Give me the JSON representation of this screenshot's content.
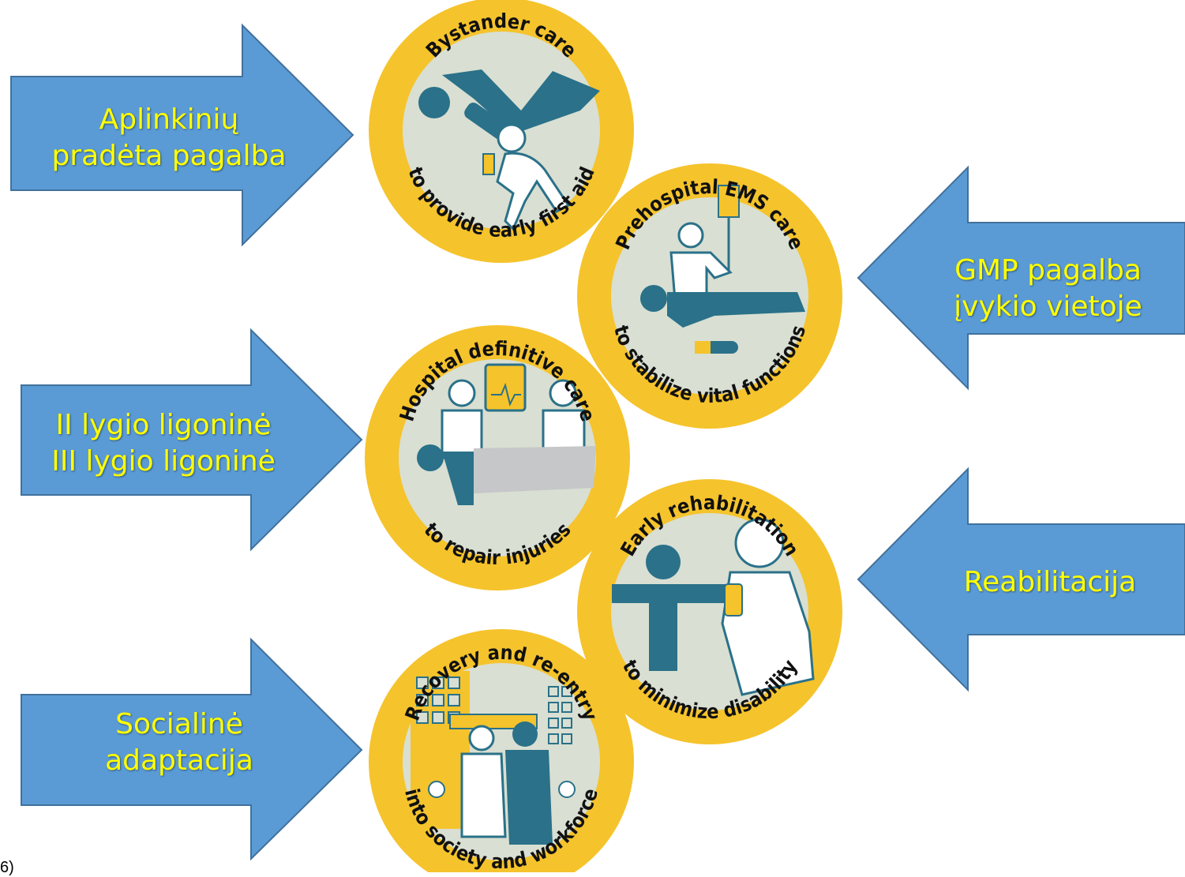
{
  "arrows": [
    {
      "id": "aplinkiniu",
      "lines": [
        "Aplinkinių",
        "pradėta pagalba"
      ]
    },
    {
      "id": "gmp",
      "lines": [
        "GMP pagalba",
        "įvykio vietoje"
      ]
    },
    {
      "id": "ligonine",
      "lines": [
        "II lygio ligoninė",
        "III lygio ligoninė"
      ]
    },
    {
      "id": "reabilitacija",
      "lines": [
        "Reabilitacija"
      ]
    },
    {
      "id": "socialine",
      "lines": [
        "Socialinė",
        "adaptacija"
      ]
    }
  ],
  "stages": [
    {
      "id": "bystander",
      "top_text": "Bystander care",
      "bottom_text": "to provide early first aid"
    },
    {
      "id": "prehospital",
      "top_text": "Prehospital EMS care",
      "bottom_text": "to stabilize vital functions"
    },
    {
      "id": "hospital",
      "top_text": "Hospital definitive care",
      "bottom_text": "to repair injuries"
    },
    {
      "id": "rehab",
      "top_text": "Early rehabilitation",
      "bottom_text": "to minimize disability"
    },
    {
      "id": "recovery",
      "top_text": "Recovery and re-entry",
      "bottom_text": "into society and workforce"
    }
  ],
  "footnote": "6)",
  "colors": {
    "arrow_fill": "#5b9bd5",
    "arrow_stroke": "#41719c",
    "ring": "#f5c32c",
    "inner": "#d9dfd2",
    "figure_teal": "#2a7189",
    "label_yellow": "#ffff00"
  }
}
